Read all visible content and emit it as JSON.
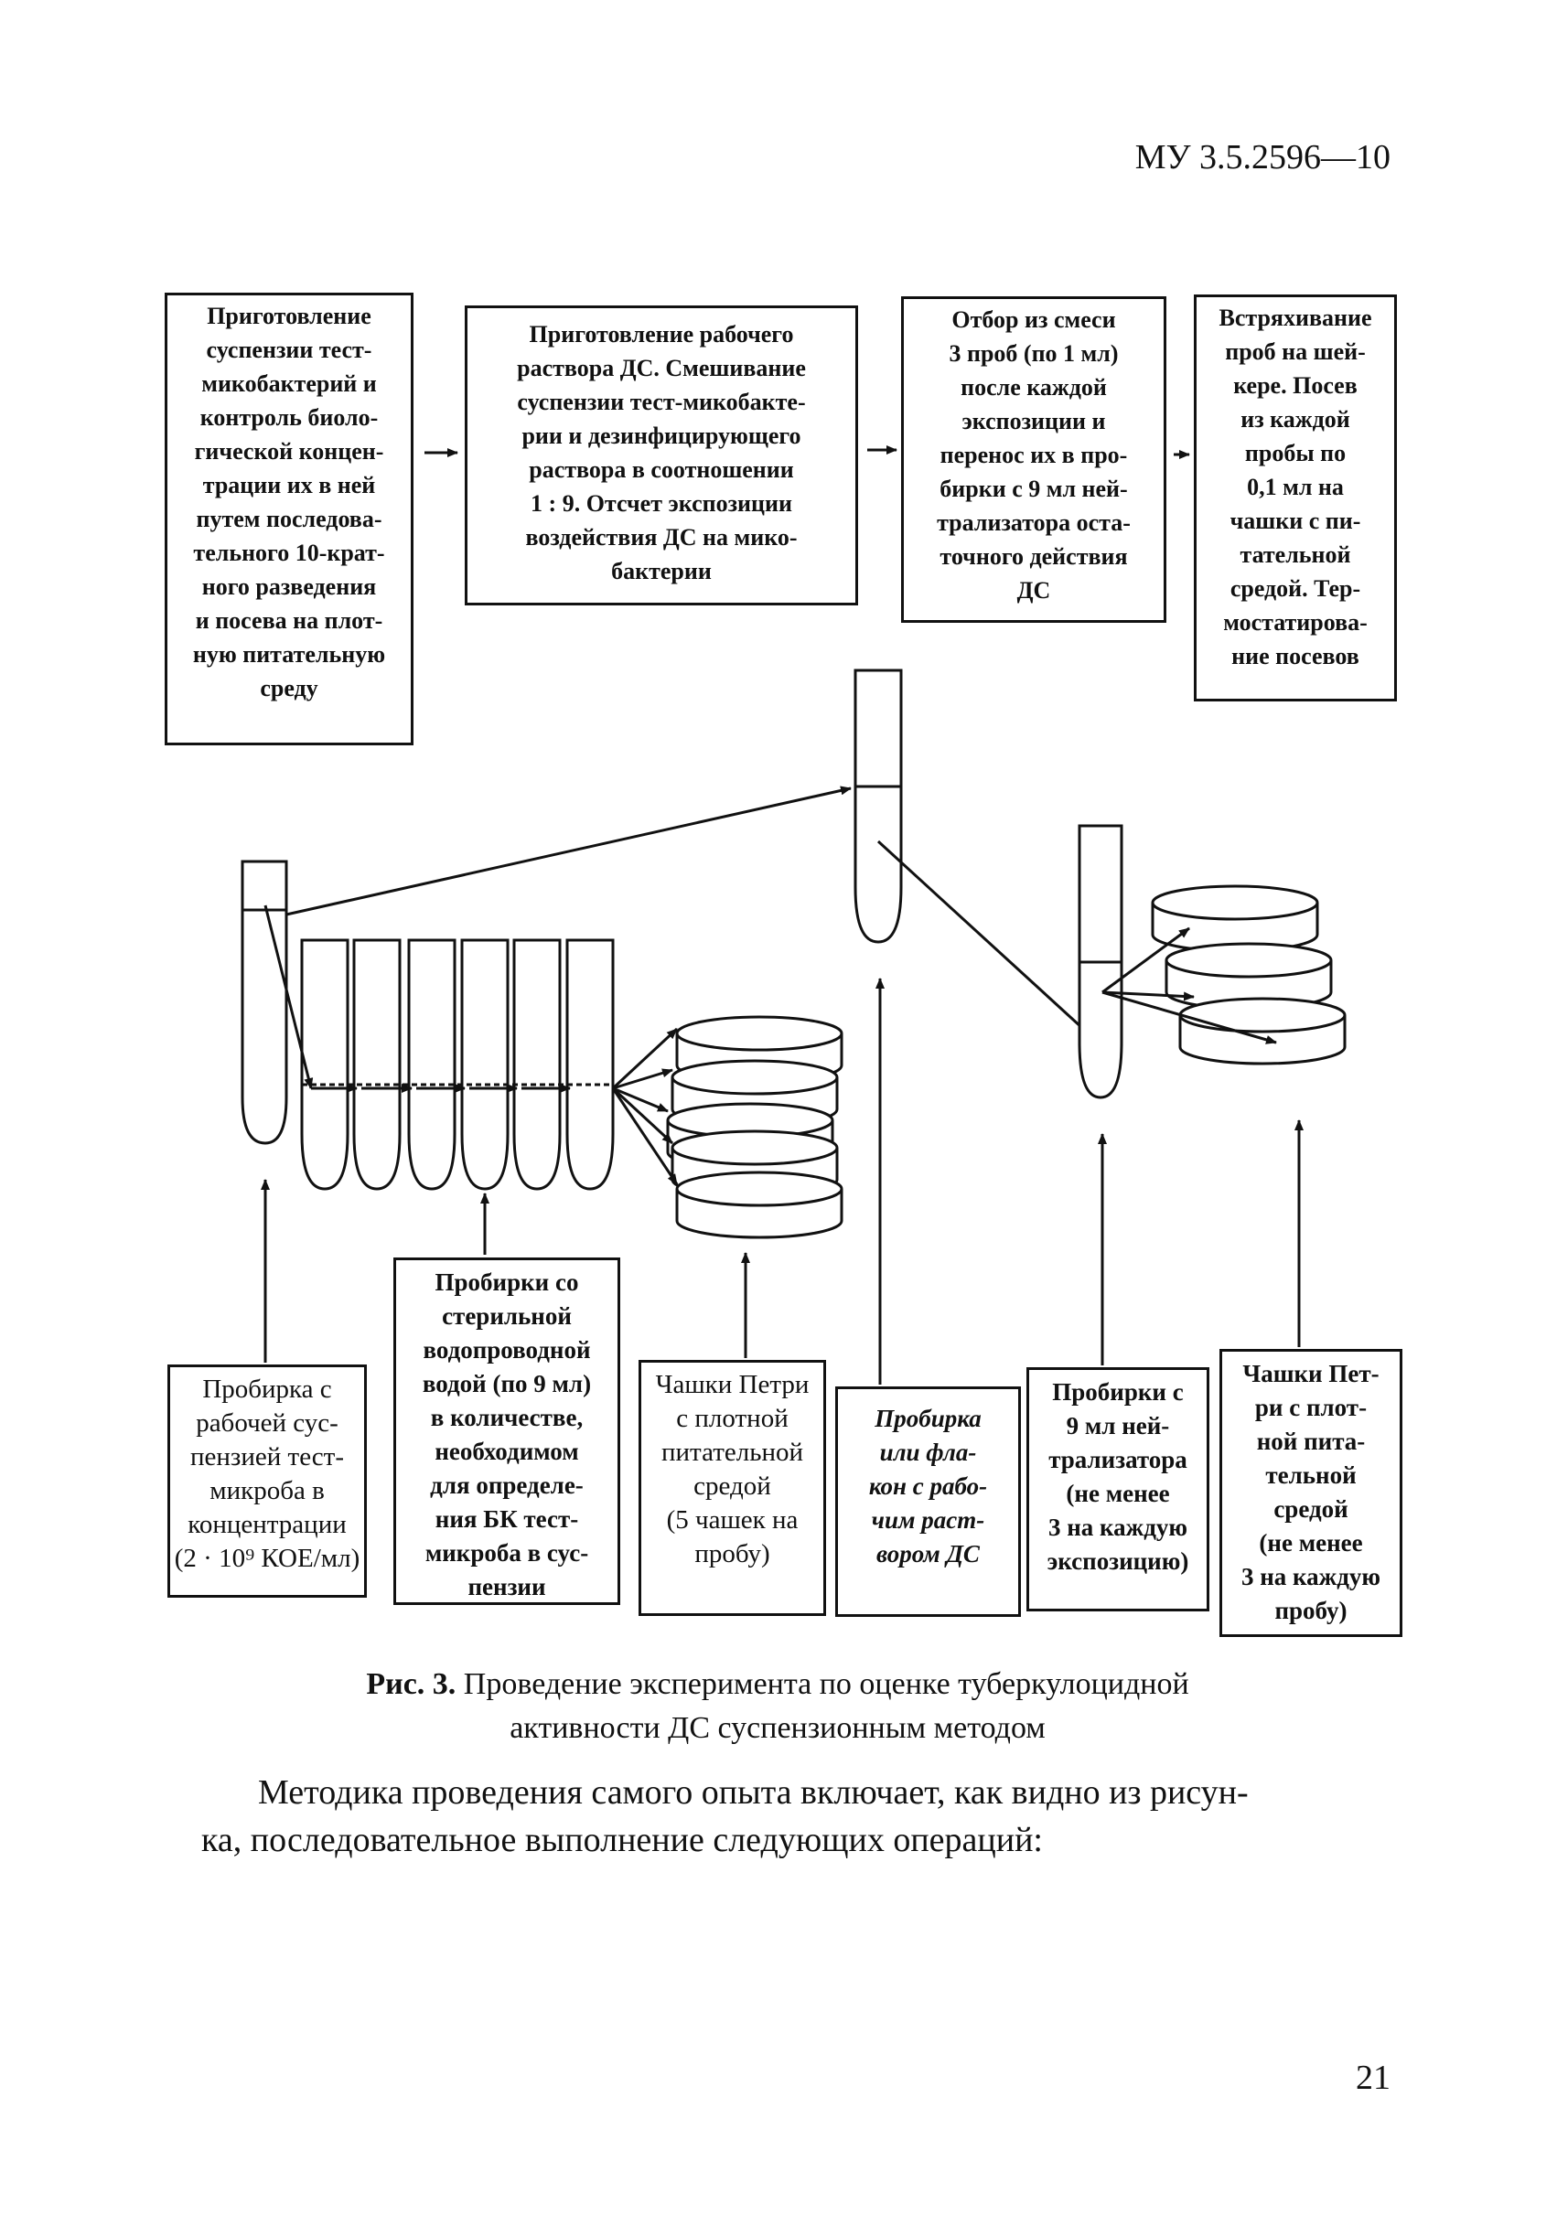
{
  "header": "МУ 3.5.2596—10",
  "top_boxes": [
    "Приготовление\nсуспензии тест-\nмикобактерий и\nконтроль биоло-\nгической концен-\nтрации их в ней\nпутем последова-\nтельного 10-крат-\nного разведения\nи посева на плот-\nную питательную\nсреду",
    "Приготовление рабочего\nраствора ДС. Смешивание\nсуспензии тест-микобакте-\nрии и дезинфицирующего\nраствора в соотношении\n1 : 9. Отсчет экспозиции\nвоздействия ДС на мико-\nбактерии",
    "Отбор из смеси\n3 проб (по 1 мл)\nпосле каждой\nэкспозиции и\nперенос их в про-\nбирки с 9 мл ней-\nтрализатора оста-\nточного действия\nДС",
    "Встряхивание\nпроб на шей-\nкере. Посев\nиз каждой\nпробы по\n0,1 мл на\nчашки с пи-\nтательной\nсредой. Тер-\nмостатирова-\nние посевов"
  ],
  "bottom_boxes": [
    "Пробирка с\nрабочей сус-\nпензией тест-\nмикроба в\nконцентрации\n(2 · 10⁹ КОЕ/мл)",
    "Пробирки со\nстерильной\nводопроводной\nводой (по 9 мл)\nв количестве,\nнеобходимом\nдля определе-\nния БК тест-\nмикроба в сус-\nпензии",
    "Чашки Петри\nс плотной\nпитательной\nсредой\n(5 чашек на\nпробу)",
    "Пробирка\nили фла-\nкон с рабо-\nчим раст-\nвором ДС",
    "Пробирки с\n9 мл ней-\nтрализатора\n(не менее\n3 на каждую\nэкспозицию)",
    "Чашки Пет-\nри с плот-\nной пита-\nтельной\nсредой\n(не менее\n3 на каждую\nпробу)"
  ],
  "caption": {
    "label": "Рис. 3.",
    "text": " Проведение эксперимента по оценке туберкулоцидной\nактивности ДС суспензионным методом"
  },
  "paragraph": {
    "line1": "Методика проведения самого опыта включает, как видно из рисун-",
    "line2": "ка, последовательное выполнение следующих операций:"
  },
  "page_number": "21"
}
